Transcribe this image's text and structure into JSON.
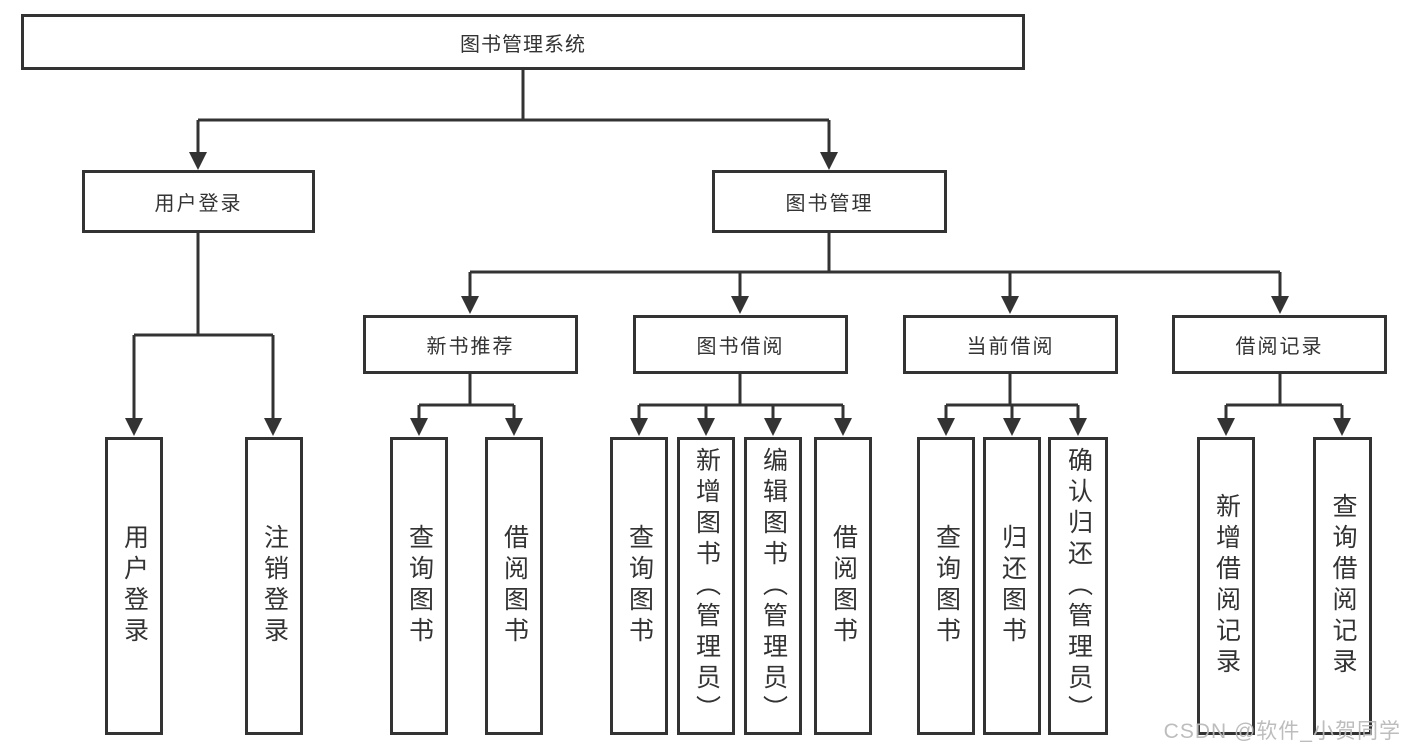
{
  "tree": {
    "title": "图书管理系统",
    "branches": [
      {
        "label": "用户登录",
        "children": [
          {
            "label": "用户登录"
          },
          {
            "label": "注销登录"
          }
        ]
      },
      {
        "label": "图书管理",
        "children": [
          {
            "label": "新书推荐",
            "children": [
              {
                "label": "查询图书"
              },
              {
                "label": "借阅图书"
              }
            ]
          },
          {
            "label": "图书借阅",
            "children": [
              {
                "label": "查询图书"
              },
              {
                "label": "新增图书（管理员）"
              },
              {
                "label": "编辑图书（管理员）"
              },
              {
                "label": "借阅图书"
              }
            ]
          },
          {
            "label": "当前借阅",
            "children": [
              {
                "label": "查询图书"
              },
              {
                "label": "归还图书"
              },
              {
                "label": "确认归还（管理员）"
              }
            ]
          },
          {
            "label": "借阅记录",
            "children": [
              {
                "label": "新增借阅记录"
              },
              {
                "label": "查询借阅记录"
              }
            ]
          }
        ]
      }
    ]
  },
  "watermark": "CSDN @软件_小贺同学",
  "colors": {
    "line": "#333333",
    "box_border": "#333333",
    "text": "#333333",
    "watermark": "#bcbcbc",
    "background": "#ffffff"
  }
}
